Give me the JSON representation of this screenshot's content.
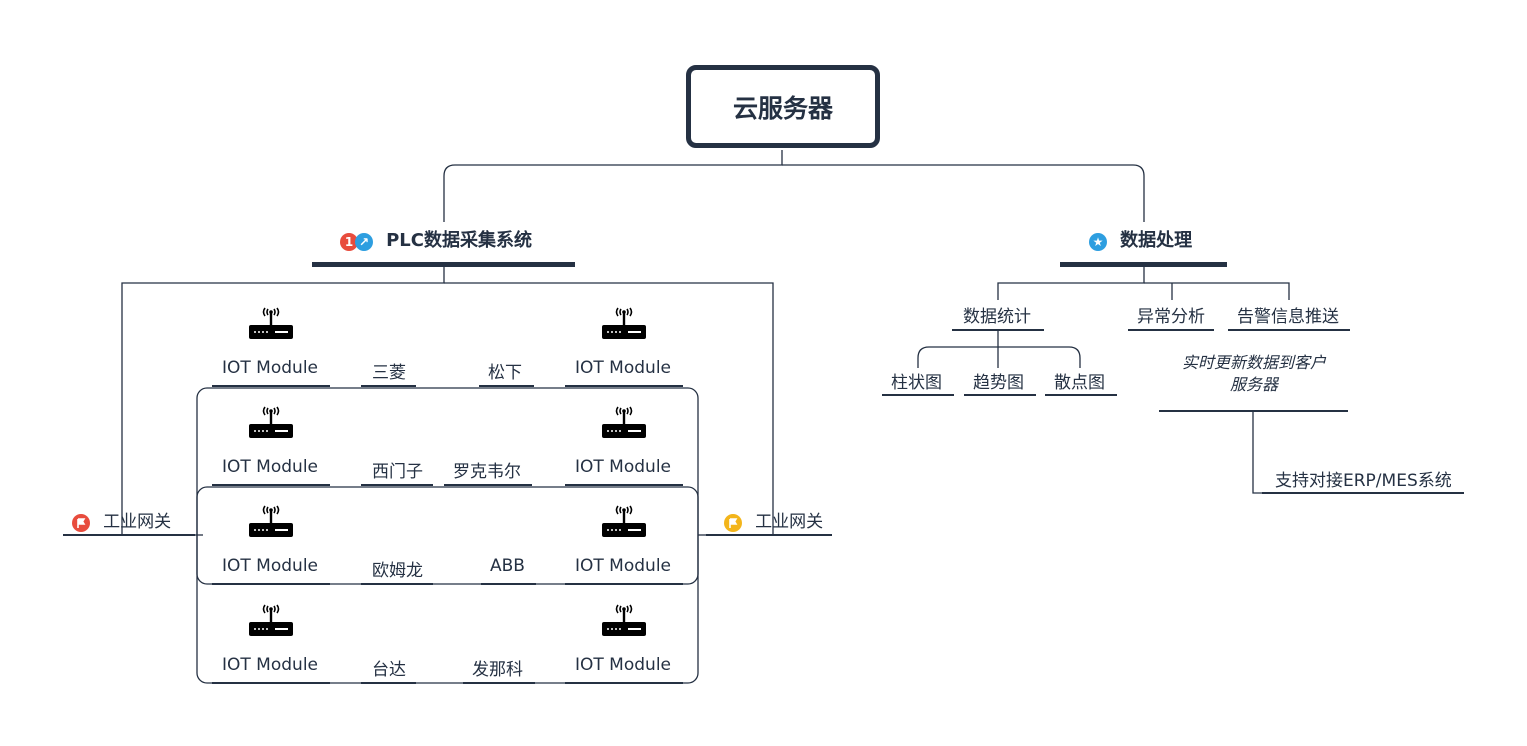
{
  "root": {
    "label": "云服务器"
  },
  "left_topic": {
    "label": "PLC数据采集系统",
    "badge1": "1",
    "badge2": "↗",
    "badge1_color": "#e84c3d",
    "badge2_color": "#2d9ee0"
  },
  "right_topic": {
    "label": "数据处理",
    "badge": "★",
    "badge_color": "#2d9ee0"
  },
  "gateways": [
    {
      "label": "工业网关",
      "flag_color": "#e84c3d"
    },
    {
      "label": "工业网关",
      "flag_color": "#f3b51b"
    }
  ],
  "iot_label": "IOT Module",
  "brands_left": [
    "三菱",
    "西门子",
    "欧姆龙",
    "台达"
  ],
  "brands_right": [
    "松下",
    "罗克韦尔",
    "ABB",
    "发那科"
  ],
  "processing": {
    "stats": {
      "label": "数据统计",
      "children": [
        "柱状图",
        "趋势图",
        "散点图"
      ]
    },
    "anomaly": "异常分析",
    "alarm": "告警信息推送",
    "realtime": "实时更新数据到客户服务器",
    "erp": "支持对接ERP/MES系统"
  }
}
